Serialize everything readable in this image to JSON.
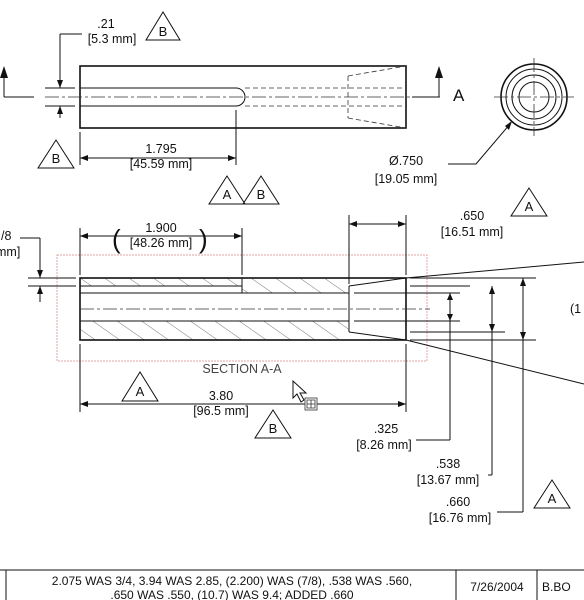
{
  "labels": {
    "d_021": ".21",
    "d_021_mm": "[5.3 mm]",
    "d_1795": "1.795",
    "d_1795_mm": "[45.59 mm]",
    "d_dia": "Ø.750",
    "d_dia_mm": "[19.05 mm]",
    "d_1900": "1.900",
    "d_1900_mm": "[48.26 mm]",
    "d_650": ".650",
    "d_650_mm": "[16.51 mm]",
    "d_left_cut": "/8",
    "d_left_cut_mm": "mm]",
    "d_right_cut": "(1",
    "section": "SECTION  A-A",
    "d_380": "3.80",
    "d_380_mm": "[96.5 mm]",
    "d_325": ".325",
    "d_325_mm": "[8.26 mm]",
    "d_538": ".538",
    "d_538_mm": "[13.67 mm]",
    "d_660": ".660",
    "d_660_mm": "[16.76 mm]",
    "section_arrow": "A",
    "tri_a": "A",
    "tri_b": "B"
  },
  "revision_block": {
    "line1": "2.075 WAS 3/4, 3.94 WAS 2.85, (2.200) WAS (7/8), .538 WAS .560,",
    "line2": ".650 WAS .550, (10.7) WAS 9.4; ADDED .660",
    "date": "7/26/2004",
    "by": "B.BO"
  }
}
